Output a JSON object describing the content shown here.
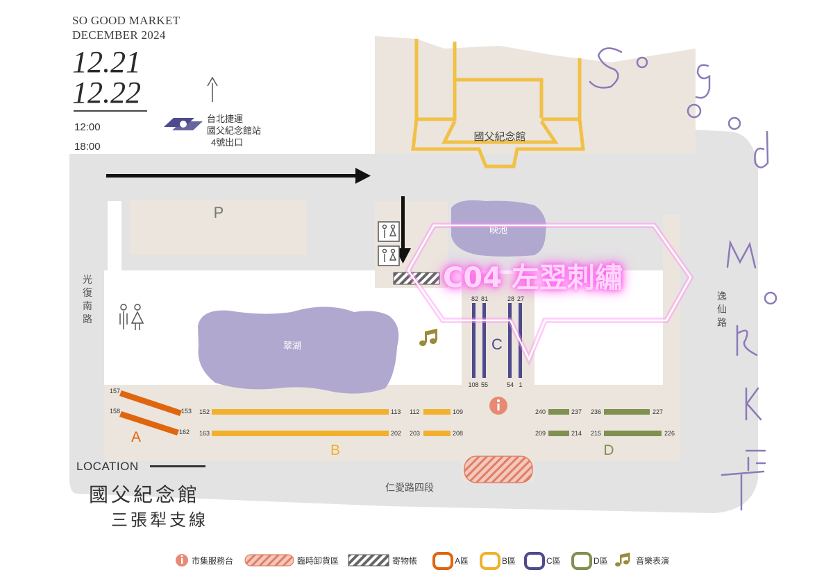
{
  "header": {
    "event_name": "SO GOOD MARKET",
    "month": "DECEMBER 2024",
    "date_1": "12.21",
    "date_2": "12.22",
    "time_start": "12:00",
    "time_end": "18:00"
  },
  "mrt": {
    "line_1": "台北捷運",
    "line_2": "國父紀念館站",
    "line_3": "4號出口"
  },
  "landmarks": {
    "memorial_hall": "國父紀念館",
    "parking": "P",
    "pond": "翠湖",
    "pond_2": "映池",
    "section_c": "C",
    "section_a": "A",
    "section_b": "B",
    "section_d": "D"
  },
  "roads": {
    "west": "光復南路",
    "east": "逸仙路",
    "south": "仁愛路四段"
  },
  "stalls": {
    "a_top_start": "157",
    "a_top_end": "153",
    "a_bottom_start": "158",
    "a_bottom_end": "162",
    "b_top_1_start": "152",
    "b_top_1_end": "113",
    "b_top_2_start": "112",
    "b_top_2_end": "109",
    "b_bottom_1_start": "163",
    "b_bottom_1_end": "202",
    "b_bottom_2_start": "203",
    "b_bottom_2_end": "208",
    "c_top": [
      "82",
      "81",
      "28",
      "27"
    ],
    "c_bottom": [
      "108",
      "55",
      "54",
      "1"
    ],
    "d_top_1_start": "240",
    "d_top_1_end": "237",
    "d_top_2_start": "236",
    "d_top_2_end": "227",
    "d_bottom_1_start": "209",
    "d_bottom_1_end": "214",
    "d_bottom_2_start": "215",
    "d_bottom_2_end": "226"
  },
  "callout": {
    "text": "C04 左翌刺繡"
  },
  "location": {
    "label": "LOCATION",
    "venue_line_1": "國父紀念館",
    "venue_line_2": "三張犁支線"
  },
  "handwritten_title": "SO GOOD MARKET",
  "legend": {
    "info": "市集服務台",
    "unloading": "臨時卸貨區",
    "storage": "寄物帳",
    "area_a": "A區",
    "area_b": "B區",
    "area_c": "C區",
    "area_d": "D區",
    "music": "音樂表演"
  },
  "colors": {
    "area_a": "#e0650f",
    "area_b": "#f2b12d",
    "area_c": "#4e4a8c",
    "area_d": "#7f9050",
    "pond": "#b1a8cf",
    "road": "#e3e3e3",
    "block": "#ebe5dd",
    "info": "#e88a73",
    "neon": "#ff5ef0"
  }
}
